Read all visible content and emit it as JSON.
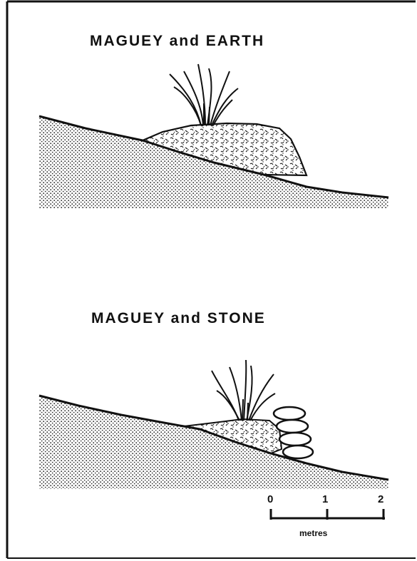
{
  "figure": {
    "panels": [
      {
        "title": "MAGUEY and EARTH"
      },
      {
        "title": "MAGUEY and STONE"
      }
    ],
    "scale_bar": {
      "ticks": [
        "0",
        "1",
        "2"
      ],
      "unit": "metres"
    }
  }
}
